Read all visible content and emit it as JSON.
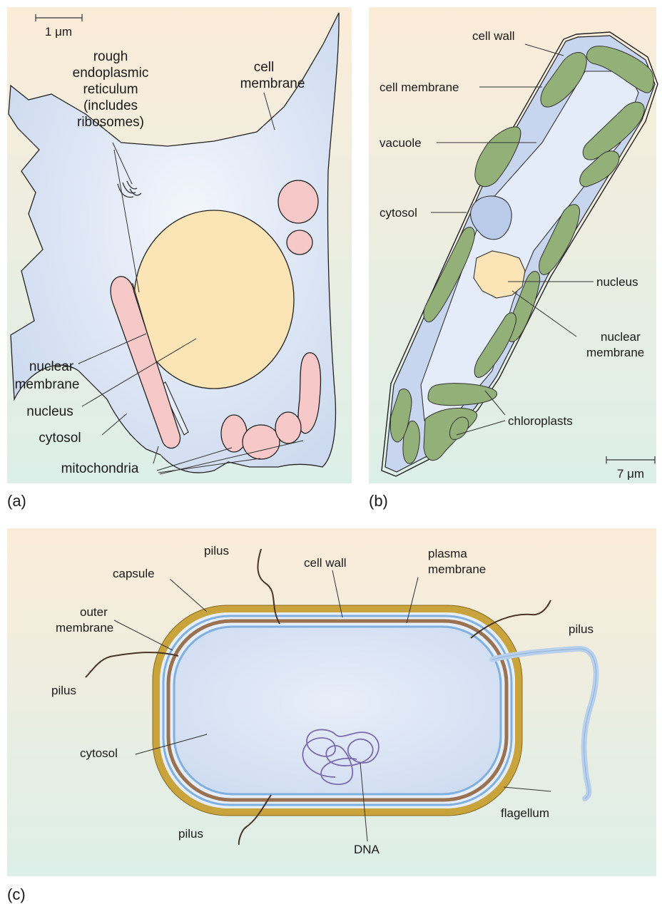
{
  "panels": {
    "a": {
      "letter": "(a)",
      "scale": "1 μm",
      "labels": {
        "rer_1": "rough",
        "rer_2": "endoplasmic",
        "rer_3": "reticulum",
        "rer_4": "(includes",
        "rer_5": "ribosomes)",
        "cm_1": "cell",
        "cm_2": "membrane",
        "nm_1": "nuclear",
        "nm_2": "membrane",
        "nucleus": "nucleus",
        "cytosol": "cytosol",
        "mito": "mitochondria"
      }
    },
    "b": {
      "letter": "(b)",
      "scale": "7 μm",
      "labels": {
        "cell_wall": "cell wall",
        "cell_membrane": "cell membrane",
        "vacuole": "vacuole",
        "cytosol": "cytosol",
        "nucleus": "nucleus",
        "nm_1": "nuclear",
        "nm_2": "membrane",
        "chloroplasts": "chloroplasts"
      }
    },
    "c": {
      "letter": "(c)",
      "labels": {
        "pilus_top": "pilus",
        "cell_wall": "cell wall",
        "pm_1": "plasma",
        "pm_2": "membrane",
        "capsule": "capsule",
        "om_1": "outer",
        "om_2": "membrane",
        "pilus_right": "pilus",
        "pilus_left": "pilus",
        "cytosol": "cytosol",
        "pilus_bottom": "pilus",
        "dna": "DNA",
        "flagellum": "flagellum"
      }
    }
  },
  "colors": {
    "animal_cell": "#dde6f6",
    "nucleus": "#fbe5b6",
    "mitochondria": "#f6c8c8",
    "chloroplast": "#92b078",
    "vacuole": "#e3ecf8",
    "capsule": "#c9a43c",
    "cell_wall_band": "#9a7250",
    "membrane_blue": "#7fb0e0",
    "bg_top": "#fbecd8",
    "bg_bottom": "#dcefe9"
  }
}
